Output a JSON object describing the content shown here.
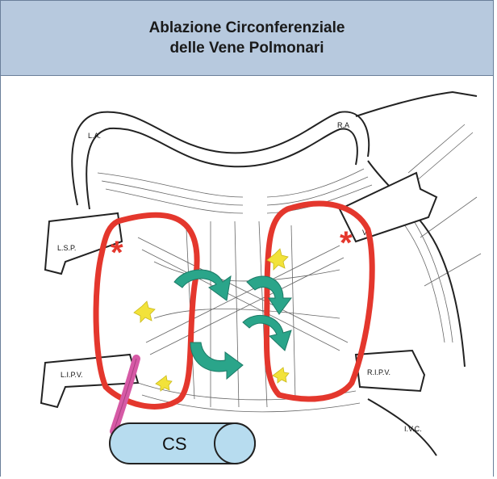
{
  "header": {
    "title_line1": "Ablazione Circonferenziale",
    "title_line2": "delle Vene Polmonari"
  },
  "figure": {
    "labels": {
      "left_atrium": "L.A.",
      "right_atrium": "R.A",
      "left_superior_pv": "L.S.P.",
      "right_superior_pv": "V.",
      "left_inferior_pv": "L.I.P.V.",
      "right_inferior_pv": "R.I.P.V.",
      "ivc": "I.V.C."
    },
    "coronary_sinus_label": "CS",
    "markers": [
      "*",
      "*"
    ],
    "colors": {
      "ablation_line": "#e4372d",
      "rotor_arrow": "#2aa58a",
      "ganglion": "#f2e23a",
      "catheter": "#d65aa6",
      "coronary_sinus": "#b7dcef",
      "header_bg": "#b7c9de"
    }
  }
}
